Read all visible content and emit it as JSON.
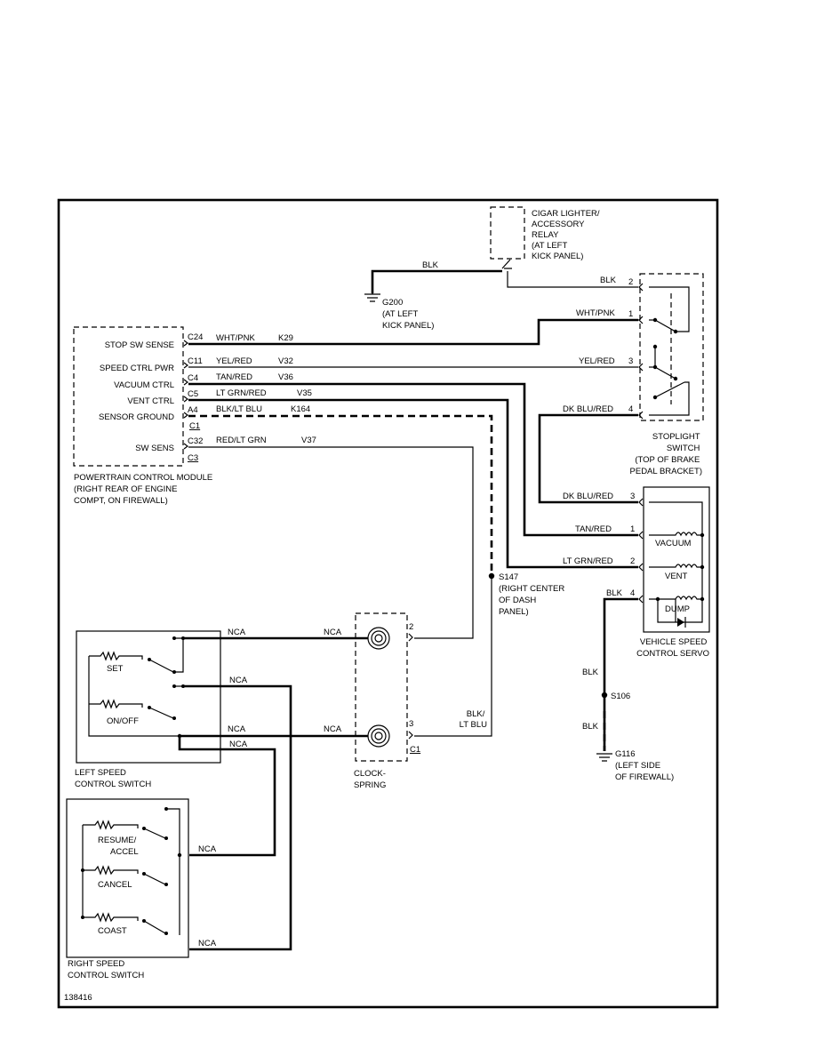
{
  "relay": {
    "lines": [
      "CIGAR LIGHTER/",
      "ACCESSORY",
      "RELAY",
      "(AT LEFT",
      "KICK PANEL)"
    ]
  },
  "g200": {
    "lines": [
      "G200",
      "(AT LEFT",
      "KICK PANEL)"
    ]
  },
  "pcm": {
    "pins": [
      "STOP SW SENSE",
      "SPEED CTRL PWR",
      "VACUUM CTRL",
      "VENT CTRL",
      "SENSOR GROUND",
      "SW SENS"
    ],
    "connectors": [
      "C24",
      "C11",
      "C4",
      "C5",
      "A4",
      "C1",
      "C32",
      "C3"
    ],
    "title": [
      "POWERTRAIN CONTROL MODULE",
      "(RIGHT REAR OF ENGINE",
      "COMPT, ON FIREWALL)"
    ]
  },
  "wires": {
    "colors": [
      "WHT/PNK",
      "YEL/RED",
      "TAN/RED",
      "LT GRN/RED",
      "BLK/LT BLU",
      "RED/LT GRN"
    ],
    "circuits": [
      "K29",
      "V32",
      "V36",
      "V35",
      "K164",
      "V37"
    ],
    "blk": "BLK",
    "right_colors": [
      "BLK",
      "WHT/PNK",
      "YEL/RED",
      "DK BLU/RED",
      "DK BLU/RED",
      "TAN/RED",
      "LT GRN/RED",
      "BLK"
    ],
    "nca": "NCA",
    "blk_lt_blu": [
      "BLK/",
      "LT BLU"
    ]
  },
  "stoplight": {
    "pins": [
      "2",
      "1",
      "3",
      "4"
    ],
    "title": [
      "STOPLIGHT",
      "SWITCH",
      "(TOP OF BRAKE",
      "PEDAL BRACKET)"
    ]
  },
  "servo": {
    "pins": [
      "3",
      "1",
      "2",
      "4"
    ],
    "coils": [
      "VACUUM",
      "VENT",
      "DUMP"
    ],
    "title": [
      "VEHICLE SPEED",
      "CONTROL SERVO"
    ]
  },
  "s147": {
    "lines": [
      "S147",
      "(RIGHT CENTER",
      "OF DASH",
      "PANEL)"
    ]
  },
  "s106": "S106",
  "g116": {
    "lines": [
      "G116",
      "(LEFT SIDE",
      "OF FIREWALL)"
    ]
  },
  "clockspring": {
    "pins": [
      "2",
      "3",
      "C1"
    ],
    "title": [
      "CLOCK-",
      "SPRING"
    ]
  },
  "left_switch": {
    "labels": [
      "SET",
      "ON/OFF"
    ],
    "title": [
      "LEFT SPEED",
      "CONTROL SWITCH"
    ]
  },
  "right_switch": {
    "labels": [
      "RESUME/",
      "ACCEL",
      "CANCEL",
      "COAST"
    ],
    "title": [
      "RIGHT SPEED",
      "CONTROL SWITCH"
    ]
  },
  "figure_id": "138416"
}
